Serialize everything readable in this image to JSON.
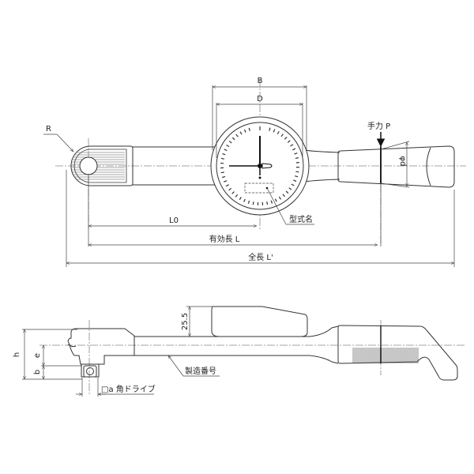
{
  "top_view": {
    "labels": {
      "B": "B",
      "D": "D",
      "R": "R",
      "hand_force": "手力 P",
      "grip_diameter": "φd",
      "model_name": "型式名",
      "L0": "L0",
      "effective_length": "有効長 L",
      "total_length": "全長 L'"
    }
  },
  "side_view": {
    "labels": {
      "h": "h",
      "e": "e",
      "b": "b",
      "dial_height": "25.5",
      "serial_number": "製造番号",
      "square_drive": "□a 角ドライブ"
    }
  }
}
